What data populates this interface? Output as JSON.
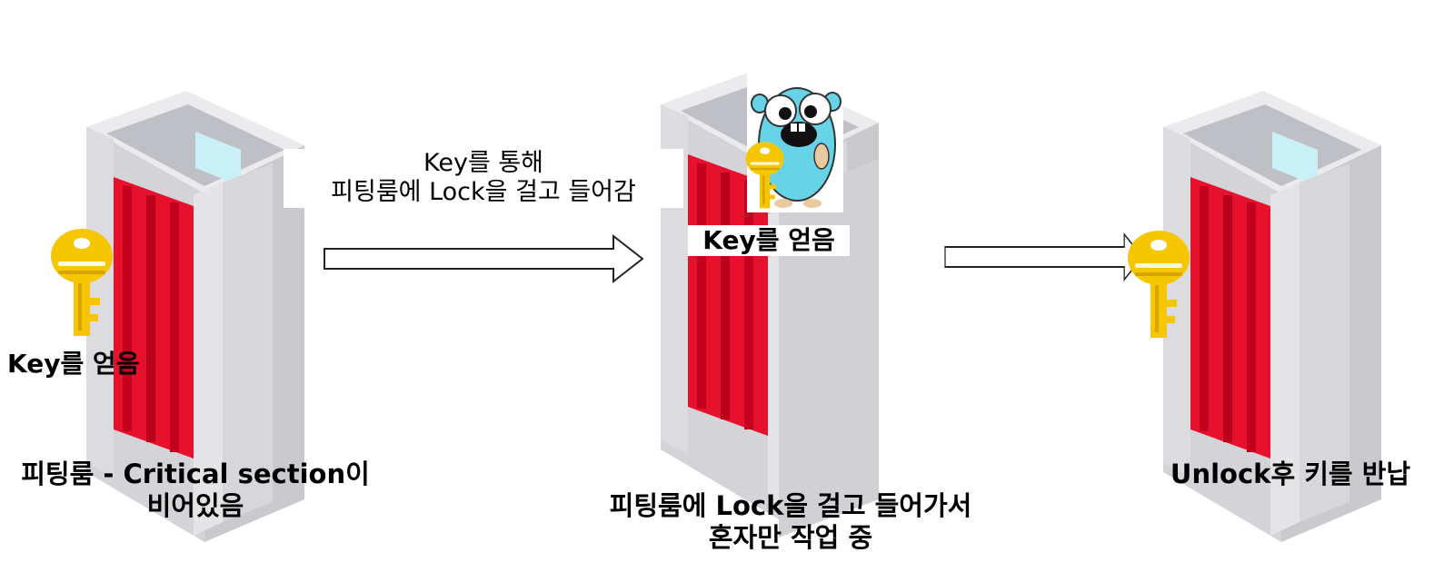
{
  "labels": {
    "room1_key": "Key를 얻음",
    "room1_caption_line1": "피팅룸 - Critical section이",
    "room1_caption_line2": "비어있음",
    "arrow1_line1": "Key를 통해",
    "arrow1_line2": "피팅룸에 Lock을 걸고 들어감",
    "room2_key": "Key를 얻음",
    "room2_caption_line1": "피팅룸에 Lock을 걸고 들어가서",
    "room2_caption_line2": "혼자만 작업 중",
    "room3_caption": "Unlock후 키를 반납"
  },
  "colors": {
    "booth_light": "#e6e6e9",
    "booth_mid": "#d2d2d6",
    "booth_dark": "#b8b8be",
    "curtain_red": "#e8112d",
    "curtain_dark": "#b8001c",
    "mirror": "#c8f0f6",
    "key_gold": "#f6c700",
    "key_gold_dark": "#d8a400",
    "gopher_blue": "#66d4e6"
  },
  "icons": [
    "fitting-room-icon",
    "key-icon",
    "gopher-icon",
    "hollow-arrow-icon"
  ]
}
